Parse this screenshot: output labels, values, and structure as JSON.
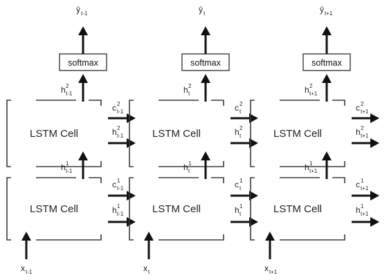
{
  "cell_label": "LSTM Cell",
  "softmax_label": "softmax",
  "columns": [
    {
      "x_base": "x",
      "x_sub": "t-1",
      "y_base": "ŷ",
      "y_sub": "t-1",
      "h_top_base": "h",
      "h_top_sup": "2",
      "h_top_sub": "t-1",
      "h_mid_base": "h",
      "h_mid_sup": "1",
      "h_mid_sub": "t-1",
      "c_up_base": "c",
      "c_up_sup": "2",
      "c_up_sub": "t-1",
      "h_up_base": "h",
      "h_up_sup": "2",
      "h_up_sub": "t-1",
      "c_lo_base": "c",
      "c_lo_sup": "1",
      "c_lo_sub": "t-1",
      "h_lo_base": "h",
      "h_lo_sup": "1",
      "h_lo_sub": "t-1"
    },
    {
      "x_base": "x",
      "x_sub": "t",
      "y_base": "ŷ",
      "y_sub": "t",
      "h_top_base": "h",
      "h_top_sup": "2",
      "h_top_sub": "t",
      "h_mid_base": "h",
      "h_mid_sup": "1",
      "h_mid_sub": "t",
      "c_up_base": "c",
      "c_up_sup": "2",
      "c_up_sub": "t",
      "h_up_base": "h",
      "h_up_sup": "2",
      "h_up_sub": "t",
      "c_lo_base": "c",
      "c_lo_sup": "1",
      "c_lo_sub": "t",
      "h_lo_base": "h",
      "h_lo_sup": "1",
      "h_lo_sub": "t"
    },
    {
      "x_base": "x",
      "x_sub": "t+1",
      "y_base": "ŷ",
      "y_sub": "t+1",
      "h_top_base": "h",
      "h_top_sup": "2",
      "h_top_sub": "t+1",
      "h_mid_base": "h",
      "h_mid_sup": "1",
      "h_mid_sub": "t+1",
      "c_up_base": "c",
      "c_up_sup": "2",
      "c_up_sub": "t+1",
      "h_up_base": "h",
      "h_up_sup": "2",
      "h_up_sub": "t+1",
      "c_lo_base": "c",
      "c_lo_sup": "1",
      "c_lo_sub": "t+1",
      "h_lo_base": "h",
      "h_lo_sup": "1",
      "h_lo_sub": "t+1"
    }
  ]
}
